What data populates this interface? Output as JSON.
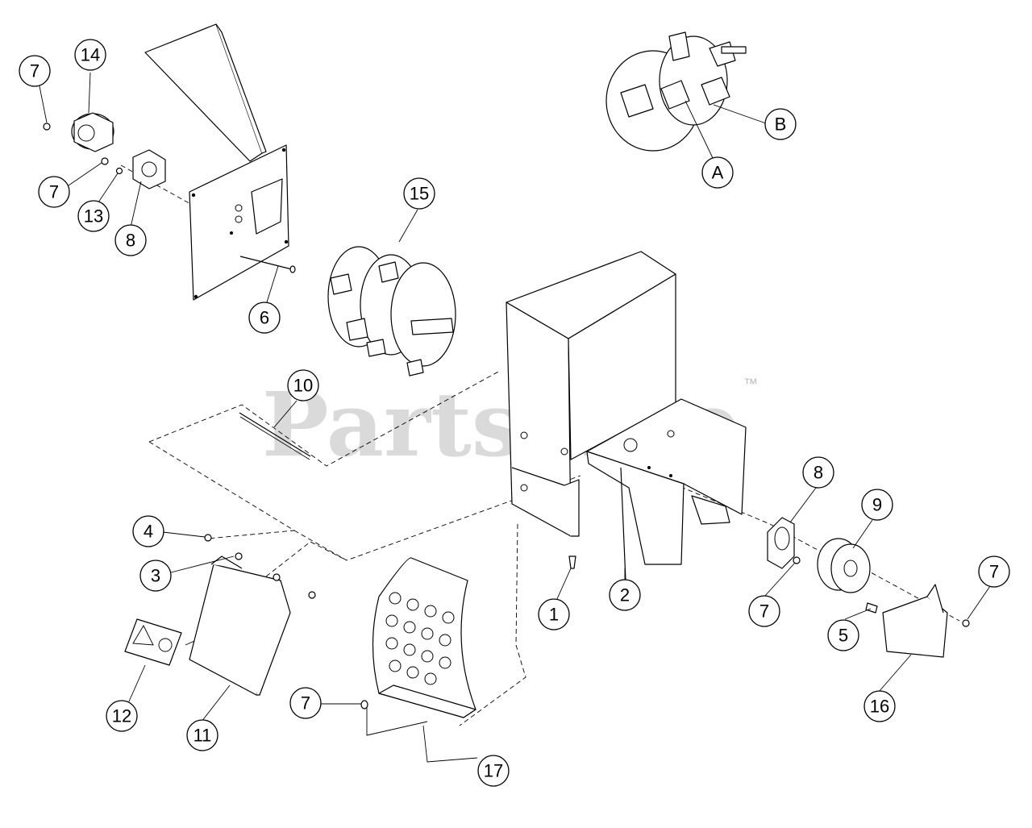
{
  "watermark": {
    "brand": "PartsTree",
    "trademark": "™"
  },
  "callouts": [
    {
      "label": "14"
    },
    {
      "label": "7"
    },
    {
      "label": "7"
    },
    {
      "label": "13"
    },
    {
      "label": "8"
    },
    {
      "label": "6"
    },
    {
      "label": "15"
    },
    {
      "label": "B"
    },
    {
      "label": "A"
    },
    {
      "label": "10"
    },
    {
      "label": "4"
    },
    {
      "label": "3"
    },
    {
      "label": "12"
    },
    {
      "label": "11"
    },
    {
      "label": "7"
    },
    {
      "label": "17"
    },
    {
      "label": "1"
    },
    {
      "label": "2"
    },
    {
      "label": "8"
    },
    {
      "label": "9"
    },
    {
      "label": "7"
    },
    {
      "label": "7"
    },
    {
      "label": "5"
    },
    {
      "label": "16"
    }
  ]
}
